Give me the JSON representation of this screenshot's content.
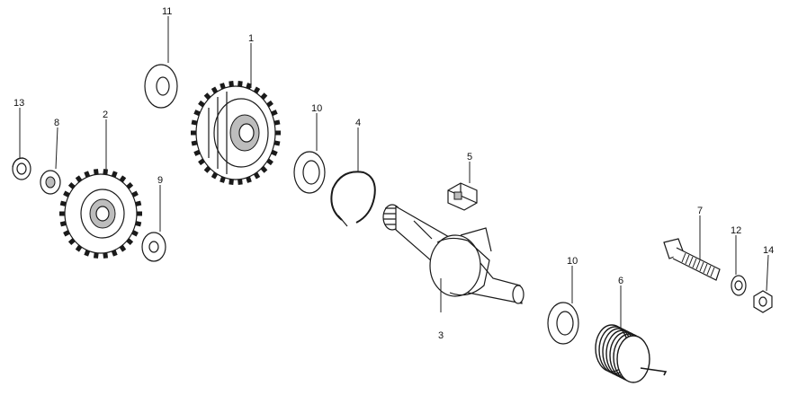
{
  "diagram": {
    "callouts": [
      {
        "id": "c1",
        "label": "1"
      },
      {
        "id": "c2",
        "label": "2"
      },
      {
        "id": "c3",
        "label": "3"
      },
      {
        "id": "c4",
        "label": "4"
      },
      {
        "id": "c5",
        "label": "5"
      },
      {
        "id": "c6",
        "label": "6"
      },
      {
        "id": "c7",
        "label": "7"
      },
      {
        "id": "c8",
        "label": "8"
      },
      {
        "id": "c9",
        "label": "9"
      },
      {
        "id": "c10a",
        "label": "10"
      },
      {
        "id": "c10b",
        "label": "10"
      },
      {
        "id": "c11",
        "label": "11"
      },
      {
        "id": "c12",
        "label": "12"
      },
      {
        "id": "c13",
        "label": "13"
      },
      {
        "id": "c14",
        "label": "14"
      }
    ]
  },
  "colors": {
    "ink": "#1a1a1a",
    "shade": "#bdbdbd",
    "background": "#ffffff"
  }
}
